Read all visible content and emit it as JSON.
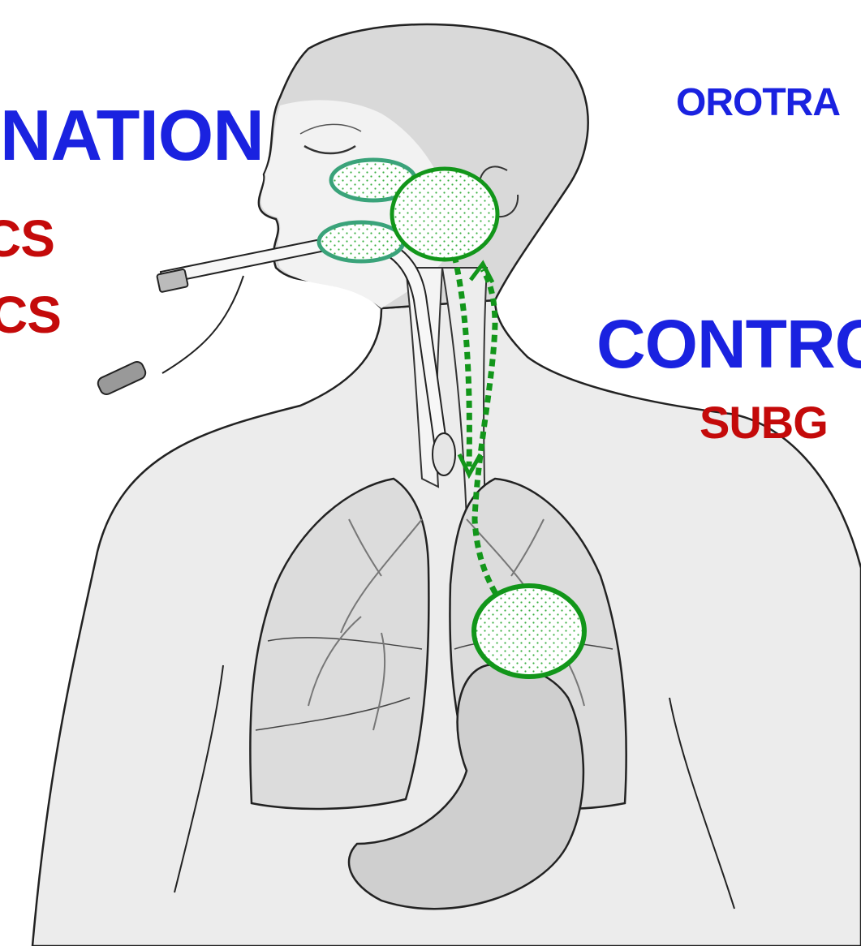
{
  "labels": {
    "nation": "NATION",
    "cs1": "CS",
    "cs2": "CS",
    "orotra": "OROTRA",
    "contro": "CONTRO",
    "subg": "SUBG"
  },
  "colors": {
    "blue_text": "#1a22e0",
    "red_text": "#c40a0a",
    "outline_green": "#12961a",
    "teal_outline": "#3aa37a",
    "dot_green": "#3cb043",
    "body_fill": "#e9e9e9",
    "lung_fill": "#dedede",
    "line_dark": "#222222"
  }
}
